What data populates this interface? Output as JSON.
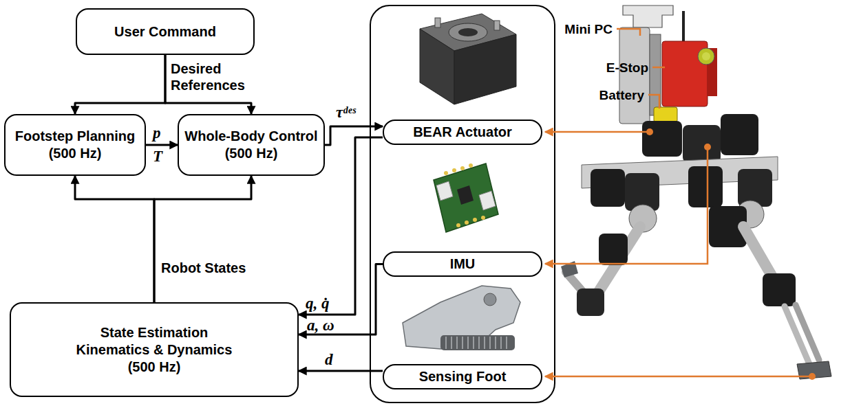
{
  "diagram": {
    "nodes": [
      {
        "text": [
          "User Command"
        ]
      },
      {
        "text": [
          "Footstep Planning (500 Hz)"
        ]
      },
      {
        "text": [
          "Whole-Body Control (500 Hz)"
        ]
      },
      {
        "text": [
          "State Estimation Kinematics & Dynamics (500 Hz)"
        ]
      },
      {
        "text": [
          "BEAR Actuator"
        ]
      },
      {
        "text": [
          "IMU"
        ]
      },
      {
        "text": [
          "Sensing Foot"
        ]
      }
    ],
    "edges": [
      {
        "from": 0,
        "to": 1,
        "arrow": "to"
      },
      {
        "from": 0,
        "to": 2,
        "arrow": "to"
      },
      {
        "from": 1,
        "to": 2,
        "arrow": "to"
      },
      {
        "from": 2,
        "to": 4,
        "label": "τᵈᵉˢ",
        "arrow": "to"
      },
      {
        "from": 4,
        "to": 3,
        "label": "q, q̇",
        "arrow": "to"
      },
      {
        "from": 5,
        "to": 3,
        "label": "a, ω",
        "arrow": "to"
      },
      {
        "from": 6,
        "to": 3,
        "label": "d",
        "arrow": "to"
      },
      {
        "from": 3,
        "to": 1,
        "arrow": "to"
      },
      {
        "from": 3,
        "to": 2,
        "arrow": "to"
      }
    ],
    "labels": [
      "Desired References",
      "p",
      "T",
      "Robot States",
      "Mini PC",
      "E-Stop",
      "Battery"
    ]
  }
}
